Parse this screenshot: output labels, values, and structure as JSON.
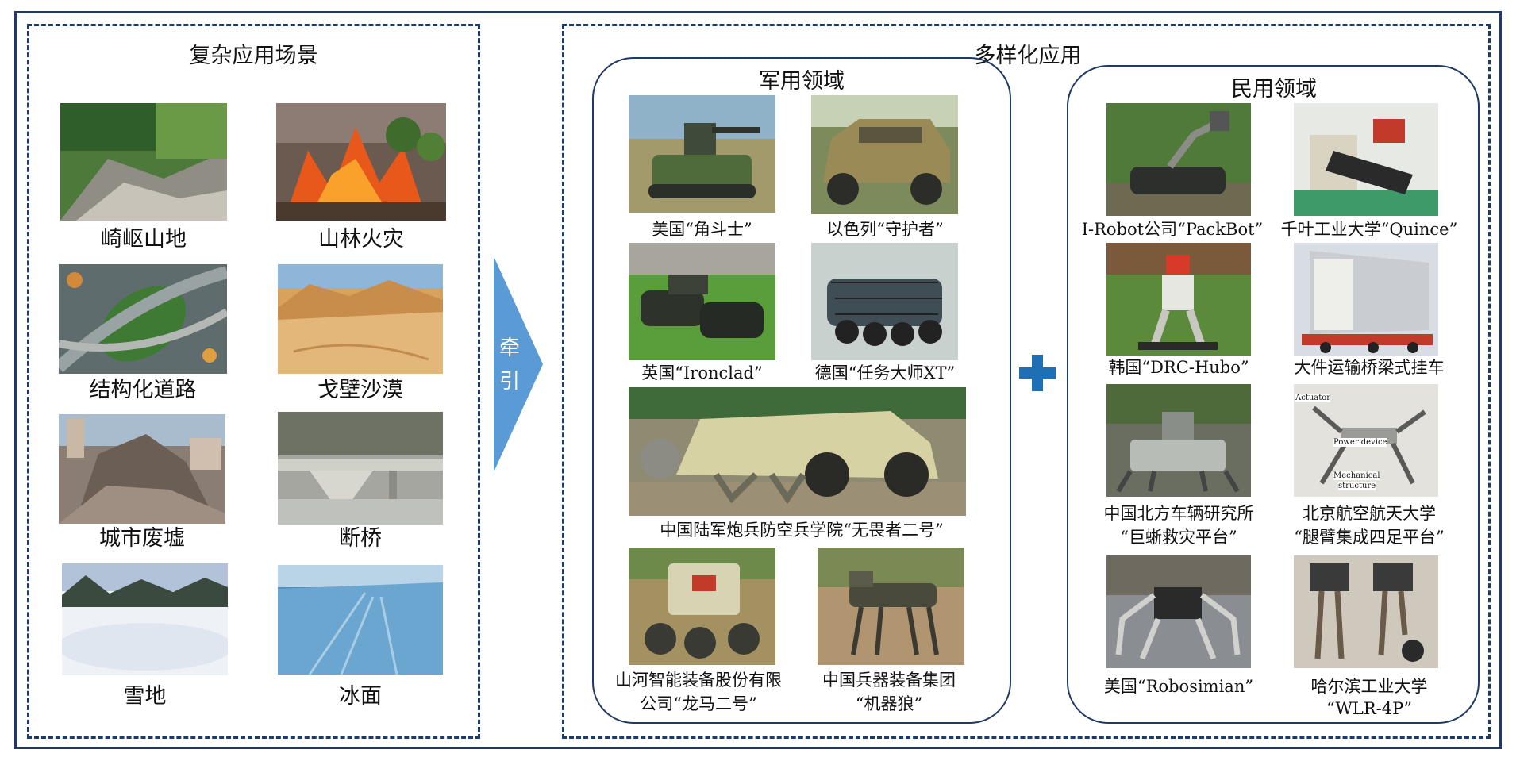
{
  "left_panel": {
    "title": "复杂应用场景",
    "scenes": [
      {
        "label": "崎岖山地",
        "icon": "rugged-mountain-photo"
      },
      {
        "label": "山林火灾",
        "icon": "forest-fire-photo"
      },
      {
        "label": "结构化道路",
        "icon": "structured-road-photo"
      },
      {
        "label": "戈壁沙漠",
        "icon": "gobi-desert-photo"
      },
      {
        "label": "城市废墟",
        "icon": "urban-ruins-photo"
      },
      {
        "label": "断桥",
        "icon": "broken-bridge-photo"
      },
      {
        "label": "雪地",
        "icon": "snowfield-photo"
      },
      {
        "label": "冰面",
        "icon": "ice-surface-photo"
      }
    ]
  },
  "arrow": {
    "line1": "牵",
    "line2": "引",
    "color": "#5b9bd5"
  },
  "right_panel": {
    "title": "多样化应用",
    "plus_color": "#1f6fb5",
    "military": {
      "title": "军用领域",
      "items": [
        {
          "caption": "美国“角斗士”"
        },
        {
          "caption": "以色列“守护者”"
        },
        {
          "caption": "英国“Ironclad”"
        },
        {
          "caption": "德国“任务大师XT”"
        },
        {
          "caption": "中国陆军炮兵防空兵学院“无畏者二号”"
        },
        {
          "caption": "山河智能装备股份有限",
          "caption2": "公司“龙马二号”"
        },
        {
          "caption": "中国兵器装备集团",
          "caption2": "“机器狼”"
        }
      ]
    },
    "civil": {
      "title": "民用领域",
      "items": [
        {
          "caption": "I-Robot公司“PackBot”"
        },
        {
          "caption": "千叶工业大学“Quince”"
        },
        {
          "caption": "韩国“DRC-Hubo”"
        },
        {
          "caption": "大件运输桥梁式挂车"
        },
        {
          "caption": "中国北方车辆研究所",
          "caption2": "“巨蜥救灾平台”"
        },
        {
          "caption": "北京航空航天大学",
          "caption2": "“腿臂集成四足平台”"
        },
        {
          "caption": "美国“Robosimian”"
        },
        {
          "caption": "哈尔滨工业大学",
          "caption2": "“WLR-4P”"
        }
      ],
      "photo_annotations": {
        "actuator": "Actuator",
        "power": "Power device",
        "mech1": "Mechanical",
        "mech2": "structure"
      }
    }
  },
  "colors": {
    "border": "#1f3a66",
    "arrow": "#5b9bd5",
    "plus": "#1f6fb5"
  }
}
